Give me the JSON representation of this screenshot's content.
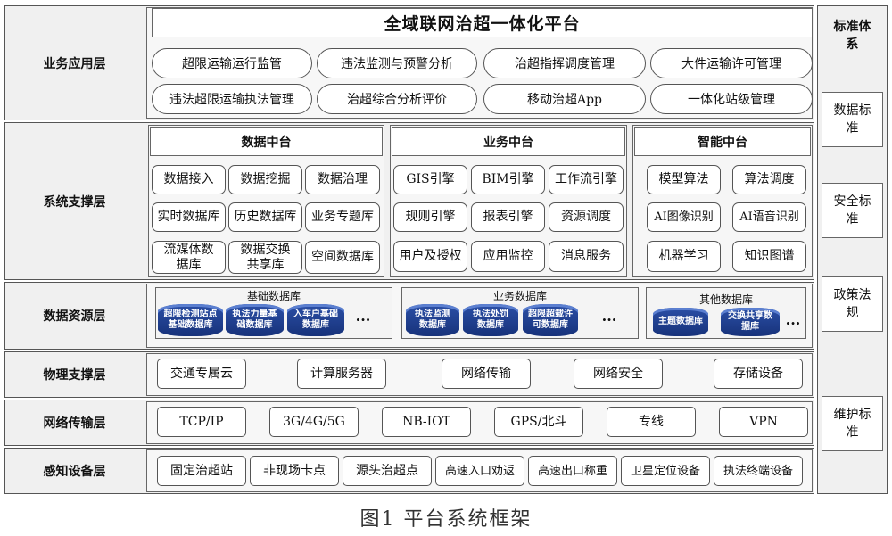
{
  "title": "全域联网治超一体化平台",
  "layers": {
    "app": "业务应用层",
    "support": "系统支撑层",
    "resource": "数据资源层",
    "physical": "物理支撑层",
    "network": "网络传输层",
    "sensing": "感知设备层"
  },
  "app_items": [
    "超限运输运行监管",
    "违法监测与预警分析",
    "治超指挥调度管理",
    "大件运输许可管理",
    "违法超限运输执法管理",
    "治超综合分析评价",
    "移动治超App",
    "一体化站级管理"
  ],
  "data_center": {
    "title": "数据中台",
    "items": [
      "数据接入",
      "数据挖掘",
      "数据治理",
      "实时数据库",
      "历史数据库",
      "业务专题库",
      "流媒体数据库",
      "数据交换共享库",
      "空间数据库"
    ]
  },
  "business_center": {
    "title": "业务中台",
    "items": [
      "GIS引擎",
      "BIM引擎",
      "工作流引擎",
      "规则引擎",
      "报表引擎",
      "资源调度",
      "用户及授权",
      "应用监控",
      "消息服务"
    ]
  },
  "smart_center": {
    "title": "智能中台",
    "items": [
      "模型算法",
      "算法调度",
      "AI图像识别",
      "AI语音识别",
      "机器学习",
      "知识图谱"
    ]
  },
  "db_groups": [
    {
      "title": "基础数据库",
      "items": [
        "超限检测站点基础数据库",
        "执法力量基础数据库",
        "入车户基础数据库"
      ]
    },
    {
      "title": "业务数据库",
      "items": [
        "执法监测数据库",
        "执法处罚数据库",
        "超限超载许可数据库"
      ]
    },
    {
      "title": "其他数据库",
      "items": [
        "主题数据库",
        "交换共享数据库"
      ]
    }
  ],
  "ellipsis": "···",
  "physical_items": [
    "交通专属云",
    "计算服务器",
    "网络传输",
    "网络安全",
    "存储设备"
  ],
  "network_items": [
    "TCP/IP",
    "3G/4G/5G",
    "NB-IOT",
    "GPS/北斗",
    "专线",
    "VPN"
  ],
  "sensing_items": [
    "固定治超站",
    "非现场卡点",
    "源头治超点",
    "高速入口劝返",
    "高速出口称重",
    "卫星定位设备",
    "执法终端设备"
  ],
  "side": {
    "standards": "标准体系",
    "items": [
      "数据标准",
      "安全标准",
      "政策法规",
      "维护标准"
    ]
  },
  "caption": "图1  平台系统框架"
}
